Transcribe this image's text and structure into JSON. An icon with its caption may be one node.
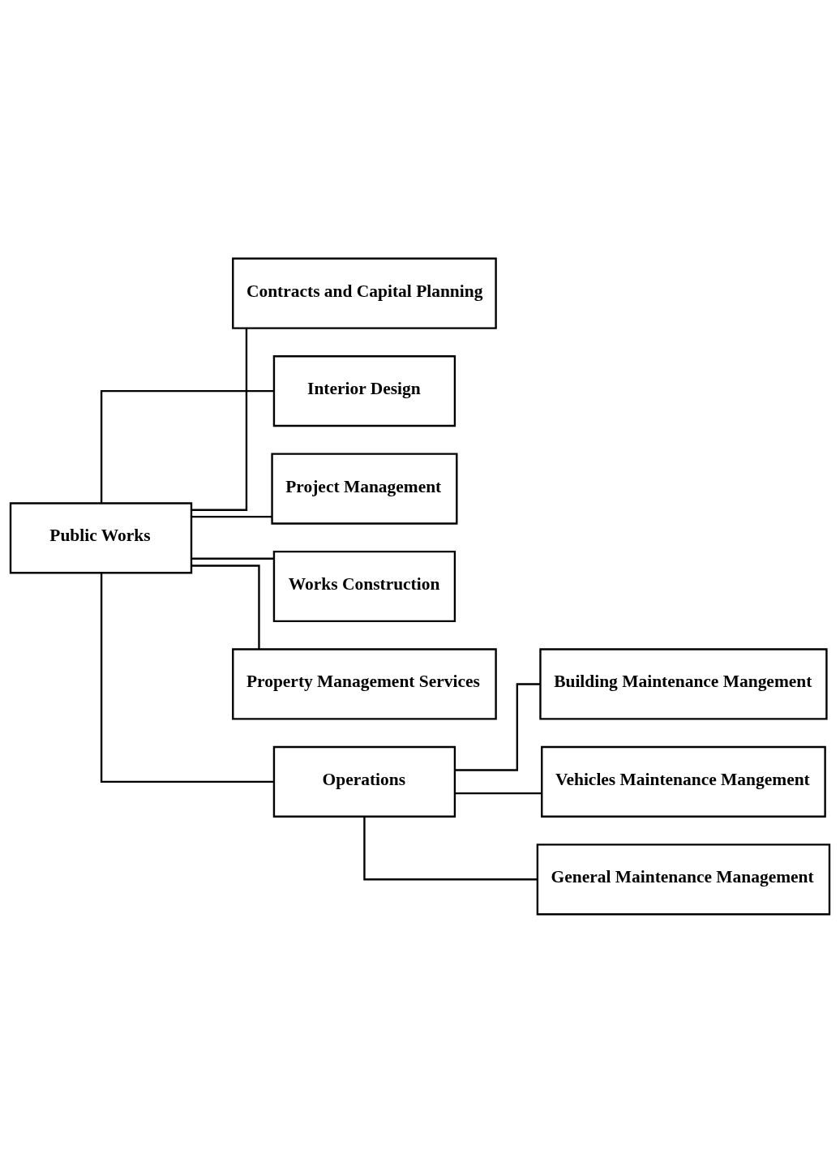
{
  "diagram": {
    "nodes": [
      {
        "text": [
          "Public Works"
        ]
      },
      {
        "text": [
          "Contracts and Capital Planning"
        ]
      },
      {
        "text": [
          "Interior Design"
        ]
      },
      {
        "text": [
          "Project Management"
        ]
      },
      {
        "text": [
          "Works Construction"
        ]
      },
      {
        "text": [
          "Property Management Services"
        ]
      },
      {
        "text": [
          "Operations"
        ]
      },
      {
        "text": [
          "Building Maintenance Mangement"
        ]
      },
      {
        "text": [
          "Vehicles Maintenance Mangement"
        ]
      },
      {
        "text": [
          "General Maintenance Management"
        ]
      }
    ],
    "edges": [
      {
        "from": 0,
        "to": 1,
        "arrow": "none"
      },
      {
        "from": 0,
        "to": 2,
        "arrow": "none"
      },
      {
        "from": 0,
        "to": 3,
        "arrow": "none"
      },
      {
        "from": 0,
        "to": 4,
        "arrow": "none"
      },
      {
        "from": 0,
        "to": 5,
        "arrow": "none"
      },
      {
        "from": 0,
        "to": 6,
        "arrow": "none"
      },
      {
        "from": 6,
        "to": 7,
        "arrow": "none"
      },
      {
        "from": 6,
        "to": 8,
        "arrow": "none"
      },
      {
        "from": 6,
        "to": 9,
        "arrow": "none"
      }
    ]
  }
}
